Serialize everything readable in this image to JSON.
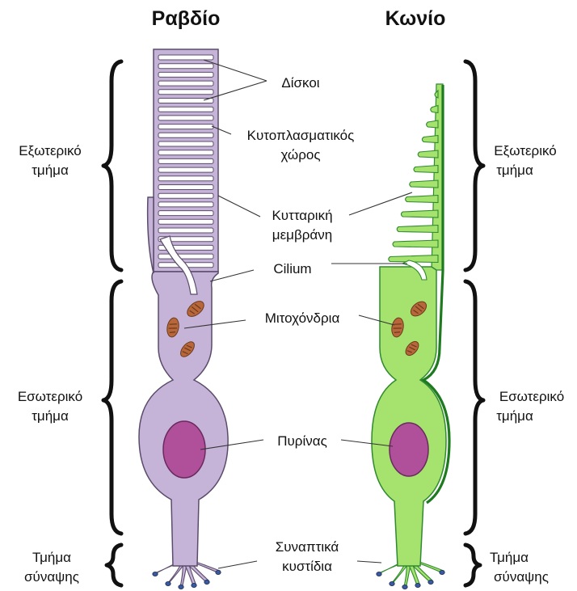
{
  "titles": {
    "rod": "Ραβδίο",
    "cone": "Κωνίο"
  },
  "regions": {
    "outer": [
      "Εξωτερικό",
      "τμήμα"
    ],
    "inner": [
      "Εσωτερικό",
      "τμήμα"
    ],
    "synaptic": [
      "Τμήμα",
      "σύναψης"
    ]
  },
  "labels": {
    "discs": "Δίσκοι",
    "cytoplasmic": [
      "Κυτοπλασματικός",
      "χώρος"
    ],
    "membrane": [
      "Κυτταρική",
      "μεμβράνη"
    ],
    "cilium": "Cilium",
    "mitochondria": "Μιτοχόνδρια",
    "nucleus": "Πυρίνας",
    "vesicles": [
      "Συναπτικά",
      "κυστίδια"
    ]
  },
  "colors": {
    "rod_fill": "#c6b4d8",
    "rod_outline": "#5a4b6b",
    "cone_fill": "#a6e26e",
    "cone_outline": "#2f8a2f",
    "cone_edge": "#1e7a1e",
    "nucleus_fill": "#b0509a",
    "nucleus_outline": "#6a2a5e",
    "mitochondria_fill": "#b8673a",
    "vesicle_fill": "#3a5aa0"
  }
}
